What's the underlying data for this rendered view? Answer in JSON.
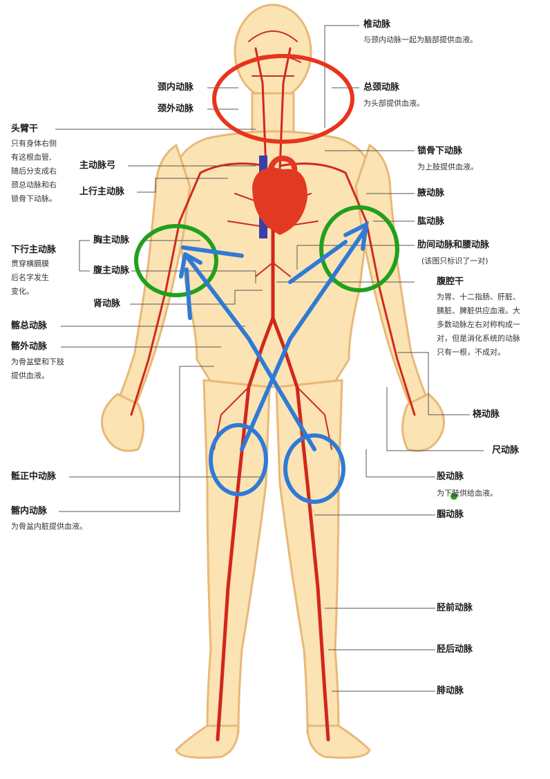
{
  "colors": {
    "skin": "#fbe3b3",
    "skin_outline": "#e8b877",
    "artery": "#d2271c",
    "heart": "#e23a22",
    "vein_blue": "#3b3ea8",
    "leader_line": "#555555",
    "annotation_red": "#e8341c",
    "annotation_green": "#21a01c",
    "annotation_blue": "#2f7ad6"
  },
  "labels": {
    "vertebral": "椎动脉",
    "vertebral_desc": "与颈内动脉一起为脑部提供血液。",
    "internal_carotid": "颈内动脉",
    "external_carotid": "颈外动脉",
    "common_carotid": "总颈动脉",
    "common_carotid_desc": "为头部提供血液。",
    "brachiocephalic": "头臂干",
    "brachiocephalic_desc": [
      "只有身体右侧",
      "有这根血管,",
      "随后分支成右",
      "颈总动脉和右",
      "锁骨下动脉。"
    ],
    "aortic_arch": "主动脉弓",
    "ascending_aorta": "上行主动脉",
    "subclavian": "锁骨下动脉",
    "subclavian_desc": "为上肢提供血液。",
    "axillary": "腋动脉",
    "brachial": "肱动脉",
    "descending_aorta": "下行主动脉",
    "descending_aorta_desc": [
      "贯穿横膈膜",
      "后名字发生",
      "变化。"
    ],
    "thoracic_aorta": "胸主动脉",
    "abdominal_aorta": "腹主动脉",
    "intercostal_lumbar": "肋间动脉和腰动脉",
    "intercostal_lumbar_note": "(该图只标识了一对)",
    "celiac_trunk": "腹腔干",
    "celiac_trunk_desc": [
      "为胃、十二指肠、肝脏、",
      "胰脏、脾脏供应血液。大",
      "多数动脉左右对称构成一",
      "对，但是消化系统的动脉",
      "只有一根，不成对。"
    ],
    "renal": "肾动脉",
    "common_iliac": "髂总动脉",
    "external_iliac": "髂外动脉",
    "external_iliac_desc": [
      "为骨盆壁和下肢",
      "提供血液。"
    ],
    "radial": "桡动脉",
    "ulnar": "尺动脉",
    "median_sacral": "骶正中动脉",
    "femoral": "股动脉",
    "femoral_desc": "为下肢供给血液。",
    "internal_iliac": "髂内动脉",
    "internal_iliac_desc": "为骨盆内脏提供血液。",
    "popliteal": "腘动脉",
    "anterior_tibial": "胫前动脉",
    "posterior_tibial": "胫后动脉",
    "fibular": "腓动脉"
  }
}
